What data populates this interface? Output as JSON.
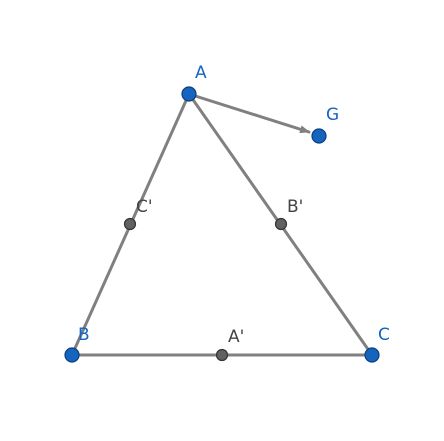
{
  "colors": {
    "segment": "#808080",
    "free_point_fill": "#1565c0",
    "free_point_stroke": "#0d3f7a",
    "free_label": "#1565c0",
    "dependent_point_fill": "#616161",
    "dependent_point_stroke": "#333333",
    "dependent_label": "#444444",
    "background": "#ffffff"
  },
  "points": {
    "A": {
      "label": "A"
    },
    "B": {
      "label": "B"
    },
    "C": {
      "label": "C"
    },
    "G": {
      "label": "G"
    },
    "A_mid": {
      "label": "A'"
    },
    "B_mid": {
      "label": "B'"
    },
    "C_mid": {
      "label": "C'"
    }
  }
}
